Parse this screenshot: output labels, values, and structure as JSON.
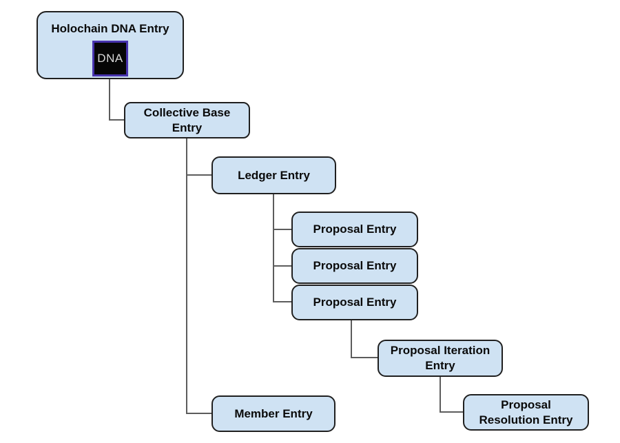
{
  "diagram": {
    "nodes": {
      "holochain_dna_entry": {
        "label": "Holochain DNA Entry",
        "badge": "DNA"
      },
      "collective_base_entry": {
        "label": "Collective Base\nEntry"
      },
      "ledger_entry": {
        "label": "Ledger Entry"
      },
      "proposal_entry_1": {
        "label": "Proposal Entry"
      },
      "proposal_entry_2": {
        "label": "Proposal Entry"
      },
      "proposal_entry_3": {
        "label": "Proposal Entry"
      },
      "proposal_iteration_entry": {
        "label": "Proposal Iteration\nEntry"
      },
      "member_entry": {
        "label": "Member Entry"
      },
      "proposal_resolution_entry": {
        "label": "Proposal\nResolution Entry"
      }
    },
    "edges": [
      "holochain_dna_entry -> collective_base_entry",
      "collective_base_entry -> ledger_entry",
      "collective_base_entry -> member_entry",
      "ledger_entry -> proposal_entry_1",
      "ledger_entry -> proposal_entry_2",
      "ledger_entry -> proposal_entry_3",
      "proposal_entry_3 -> proposal_iteration_entry",
      "proposal_iteration_entry -> proposal_resolution_entry"
    ],
    "colors": {
      "node_fill": "#cfe2f3",
      "node_border": "#1f1f1f",
      "connector": "#5c5c5c",
      "text": "#0a0a0a",
      "dna_fill": "#060606",
      "dna_border": "#4733ae",
      "dna_text": "#d9d9d9",
      "background": "#ffffff"
    }
  }
}
